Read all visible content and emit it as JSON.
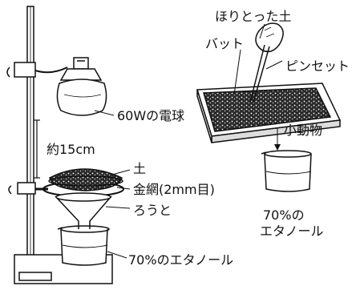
{
  "labels": {
    "bulb": "60Wの電球",
    "distance": "約15cm",
    "soil": "土",
    "wire_mesh": "金網(2mm目)",
    "funnel": "ろうと",
    "beaker_ethanol": "70%のエタノール",
    "dug_soil": "ほりとった土",
    "tray": "バット",
    "tweezers": "ピンセット",
    "small_animals": "小動物",
    "beaker2_line1": "70%の",
    "beaker2_line2": "エタノール"
  },
  "icons": [
    "lamp-icon",
    "stand-icon",
    "funnel-icon",
    "beaker-icon",
    "tray-icon",
    "tweezers-icon",
    "hand-icon"
  ],
  "colors": {
    "ink": "#111111",
    "paper": "#ffffff",
    "soil": "#2a2a2a"
  }
}
